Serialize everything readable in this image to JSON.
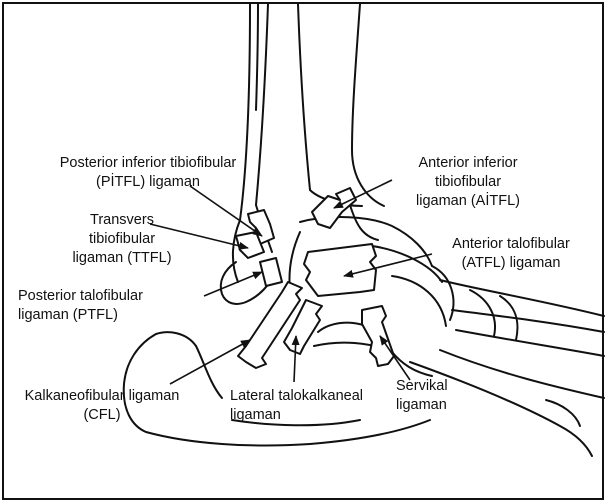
{
  "labels": {
    "pitfl": {
      "line1": "Posterior inferior tibiofibular",
      "line2": "(PİTFL) ligaman"
    },
    "ttfl": {
      "line1": "Transvers",
      "line2": "tibiofibular",
      "line3": "ligaman (TTFL)"
    },
    "ptfl": {
      "line1": "Posterior talofibular",
      "line2": "ligaman (PTFL)"
    },
    "cfl": {
      "line1": "Kalkaneofibular ligaman",
      "line2": "(CFL)"
    },
    "lateral_talocalcaneal": {
      "line1": "Lateral talokalkaneal",
      "line2": "ligaman"
    },
    "cervical": {
      "line1": "Servikal",
      "line2": "ligaman"
    },
    "aitfl": {
      "line1": "Anterior inferior",
      "line2": "tibiofibular",
      "line3": "ligaman (AİTFL)"
    },
    "atfl": {
      "line1": "Anterior talofibular",
      "line2": "(ATFL) ligaman"
    }
  },
  "colors": {
    "ink": "#111111",
    "paper": "#ffffff"
  }
}
